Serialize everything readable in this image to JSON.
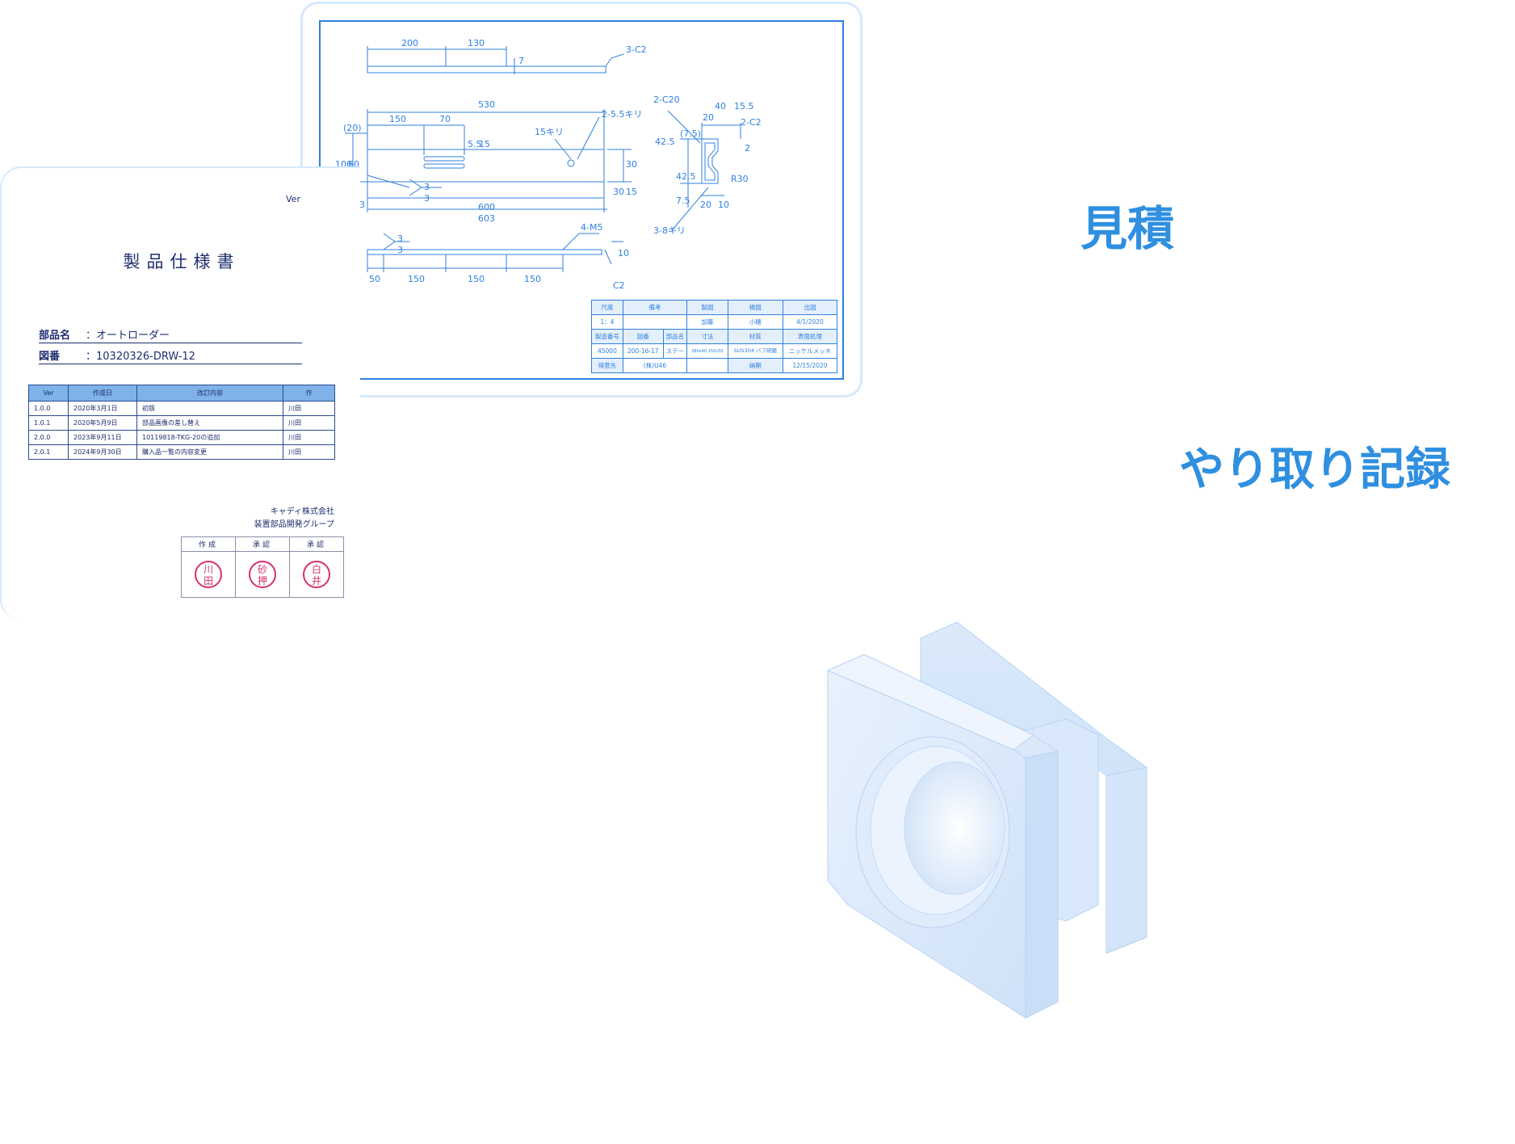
{
  "drawing": {
    "dims": {
      "d200": "200",
      "d130": "130",
      "d7": "7",
      "c2_3": "3-C2",
      "d530": "530",
      "d150a": "150",
      "d70": "70",
      "hole": "2-5.5キリ",
      "d15kiri": "15キリ",
      "d20p": "(20)",
      "d100": "100",
      "d60": "60",
      "d55": "5.5",
      "d15a": "15",
      "d30": "30",
      "d15b": "15",
      "d30b": "30",
      "d3a": "3",
      "d3b": "3",
      "d3c": "3",
      "d600": "600",
      "d603": "603",
      "m5": "4-M5",
      "d10": "10",
      "c2": "C2",
      "d50": "50",
      "d150b": "150",
      "d150c": "150",
      "d150d": "150",
      "d3d": "3",
      "d3e": "3",
      "c20": "2-C20",
      "d40": "40",
      "d155": "15.5",
      "d20a": "20",
      "c2b": "2-C2",
      "d75p": "(7.5)",
      "d425a": "42.5",
      "d425b": "42.5",
      "d2": "2",
      "r30": "R30",
      "d75": "7.5",
      "d20b": "20",
      "d10b": "10",
      "kiri38": "3-8キリ"
    },
    "title_block": {
      "r1": [
        "尺度",
        "備考",
        "製図",
        "検図",
        "出図"
      ],
      "r2": [
        "1：4",
        "",
        "加藤",
        "小糖",
        "4/1/2020"
      ],
      "r3": [
        "製造番号",
        "図番",
        "部品名",
        "寸法",
        "材質",
        "表面処理"
      ],
      "r4": [
        "45000",
        "200-16-17",
        "ステー",
        "380x40 150x50",
        "SUS304 バフ研磨",
        "ニッケルメッキ"
      ],
      "r5": [
        "得意先",
        "(株)U46",
        "",
        "納期",
        "12/15/2020"
      ]
    }
  },
  "spec": {
    "ver": "Ver",
    "title": "製品仕様書",
    "part_label": "部品名",
    "part_value": "：オートローダー",
    "drawing_label": "図番",
    "drawing_value": "：10320326-DRW-12",
    "rev_headers": [
      "Ver",
      "作成日",
      "改訂内容",
      "作"
    ],
    "rev_rows": [
      [
        "1.0.0",
        "2020年3月1日",
        "初版",
        "川田"
      ],
      [
        "1.0.1",
        "2020年5月9日",
        "部品画像の差し替え",
        "川田"
      ],
      [
        "2.0.0",
        "2023年9月11日",
        "10119818-TKG-20の追加",
        "川田"
      ],
      [
        "2.0.1",
        "2024年9月30日",
        "購入品一覧の内容変更",
        "川田"
      ]
    ],
    "company": "キャディ株式会社",
    "department": "装置部品開発グループ",
    "stamp_headers": [
      "作成",
      "承認",
      "承認"
    ],
    "stamps": [
      {
        "top": "川",
        "bottom": "田"
      },
      {
        "top": "砂",
        "bottom": "押"
      },
      {
        "top": "白",
        "bottom": "井"
      }
    ]
  },
  "labels": {
    "estimate": "見積",
    "record": "やり取り記録"
  },
  "colors": {
    "accent": "#2f8fe0",
    "line": "#2f7fe0",
    "stamp": "#d4316f",
    "header_fill": "#7fb2ea"
  }
}
